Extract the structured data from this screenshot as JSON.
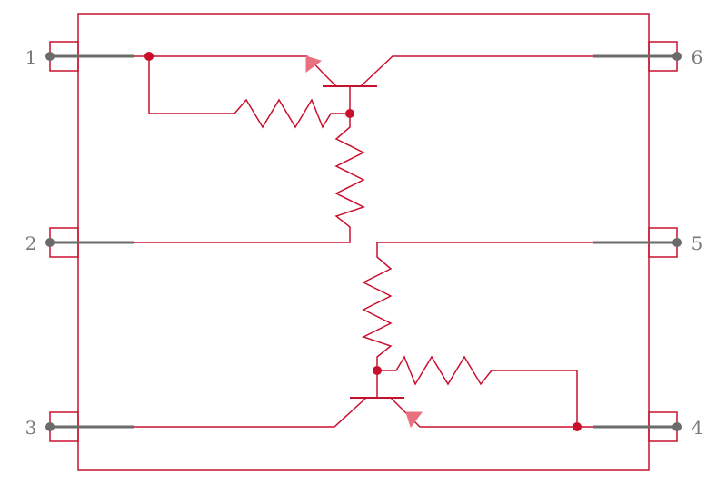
{
  "colors": {
    "body": "#c8102e",
    "wire": "#c8102e",
    "junction": "#c8102e",
    "emitter_arrow": "#e8707f",
    "pin": "#6b6b6b",
    "pin_box": "#c8102e",
    "label": "#7a7a7a"
  },
  "pins": [
    {
      "number": "1",
      "side": "left"
    },
    {
      "number": "2",
      "side": "left"
    },
    {
      "number": "3",
      "side": "left"
    },
    {
      "number": "4",
      "side": "right"
    },
    {
      "number": "5",
      "side": "right"
    },
    {
      "number": "6",
      "side": "right"
    }
  ],
  "components": {
    "transistors": [
      "npn-top",
      "npn-bottom"
    ],
    "resistors": [
      "r1-base",
      "r2-base-emitter",
      "r3-base-emitter",
      "r4-base"
    ]
  }
}
